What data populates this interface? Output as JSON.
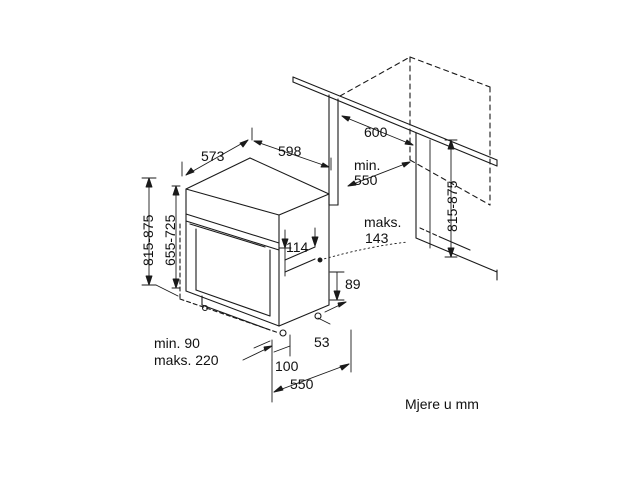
{
  "colors": {
    "line": "#1a1a1a",
    "background": "#ffffff"
  },
  "dimensions": {
    "appliance_width": "598",
    "appliance_depth": "573",
    "niche_height_range": "815-875",
    "appliance_height_range": "655-725",
    "top_panel_gap": "114",
    "door_clearance_max_label": "maks.",
    "door_clearance_max_value": "143",
    "side_height": "89",
    "foot_offset": "53",
    "front_min": "min. 90",
    "front_max": "maks. 220",
    "plinth_depth": "100",
    "total_depth": "550",
    "niche_width": "600",
    "niche_depth_min_label": "min.",
    "niche_depth_min_value": "550",
    "niche_height_range_right": "815-875"
  },
  "units_note": "Mjere u mm"
}
